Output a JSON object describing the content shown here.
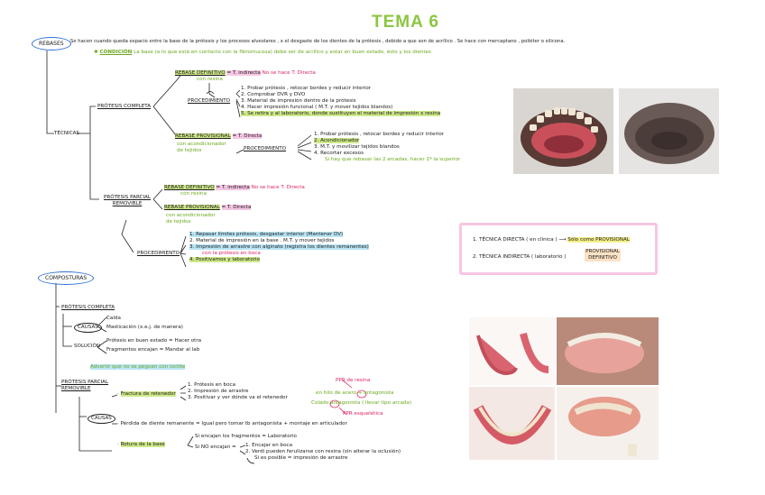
{
  "title": "TEMA 6",
  "rebases": {
    "label": "REBASES",
    "intro": "Se hacen cuando queda espacio entre la base de la prótesis y los procesos alveolares , x el desgaste de los dientes de la prótesis , debido a que son de acrílico . Se hace con mercaptano , poliéter o silicona.",
    "condicion_label": "CONDICIÓN",
    "condicion_text": "La base (a lo que está en contacto con la fibromucosa) debe ser de acrílico y estar en buen estado, ésto y los dientes",
    "tecnicas": "TÉCNICAS",
    "completa": {
      "label": "PRÓTESIS COMPLETA",
      "definitivo": "REBASE DEFINITIVO",
      "definitivo_tec": "= T. indirecta",
      "definitivo_note": "No se hace T. Directa",
      "con_resina": "con resina",
      "procedimiento": "PROCEDIMIENTO",
      "steps1": [
        "1. Probar prótesis , retocar bordes y reducir interior",
        "2. Comprobar DVR y DVO",
        "3. Material de impresión dentro de la prótesis",
        "4. Hacer impresión funcional ( M.T. y mover tejidos blandos)",
        "5. Se retira y al laboratorio, donde sustituyen el material de impresión x resina"
      ],
      "provisional": "REBASE PROVISIONAL",
      "provisional_tec": "= T. Directa",
      "acondicionador": "con acondicionador de tejidos",
      "procedimiento2": "PROCEDIMIENTO",
      "steps2": [
        "1. Probar prótesis , retocar bordes y reducir interior",
        "2. Acondicionador",
        "3. M.T. y movilizar tejidos blandos",
        "4. Recortar excesos"
      ],
      "steps2_note": "Si hay que rebasar las 2 arcadas, hacer 1º la superior"
    },
    "parcial": {
      "label": "PRÓTESIS PARCIAL REMOVIBLE",
      "definitivo": "REBASE DEFINITIVO",
      "definitivo_tec": "= T. indirecta",
      "definitivo_note": "No se hace T. Directa",
      "con_resina": "con resina",
      "provisional": "REBASE PROVISIONAL",
      "provisional_tec": "= T. Directa",
      "acondicionador": "con acondicionador de tejidos",
      "procedimiento": "PROCEDIMIENTO",
      "steps": [
        "1. Repasar límites prótesis, desgastar interior (Mantener DV)",
        "2. Material de impresión en la base . M.T. y mover tejidos",
        "3. Impresión de arrastre con alginato (registra los dientes remanentes)",
        "con la prótesis en boca",
        "4. Positivamos y laboratorio"
      ]
    }
  },
  "tecnica_box": {
    "directa": "1. TÉCNICA DIRECTA ( en clínica )",
    "directa_result": "Sólo como PROVISIONAL",
    "indirecta": "2. TÉCNICA INDIRECTA ( laboratorio )",
    "indirecta_result": "PROVISIONAL DEFINITIVO"
  },
  "composturas": {
    "label": "COMPOSTURAS",
    "completa": "PRÓTESIS COMPLETA",
    "causas": "CAUSAS",
    "causas_items": [
      "Caída",
      "Masticación (x.e.j. de manera)"
    ],
    "solucion": "SOLUCIÓN",
    "solucion_items": [
      "Prótesis en buen estado = Hacer otra",
      "Fragmentos encajan = Mandar al lab"
    ],
    "advertir": "Advertir que no se peguen con loctite",
    "parcial": "PRÓTESIS PARCIAL REMOVIBLE",
    "fractura_diente": "Fractura de retenedor",
    "fractura_steps": [
      "1. Prótesis en boca",
      "2. Impresión de arrastre",
      "3. Positivar y ver dónde va el retenedor"
    ],
    "ppr_resina": "PPR de resina",
    "hilo_acero": "en hilo de acero",
    "antagonista1": "+ antagonista",
    "colado": "Colado",
    "antagonista2": "antagonista ( llevar tipo arcada)",
    "ppr_esqueletica": "PPR esquelética",
    "causas2": "CAUSAS",
    "perdida": "Pérdida de diente remanente = Igual pero tomar tb antagonista + montaje en articulador",
    "rotura": "Rotura de la base",
    "rotura_1": "Si encajan los fragmentos = Laboratorio",
    "rotura_2": "Si NO encajan =",
    "rotura_steps": [
      "1. Encajar en boca",
      "2. Verdi pueden ferulizarse con resina (sin alterar la oclusión)",
      "Si es posible = impresión de arrastre"
    ]
  }
}
